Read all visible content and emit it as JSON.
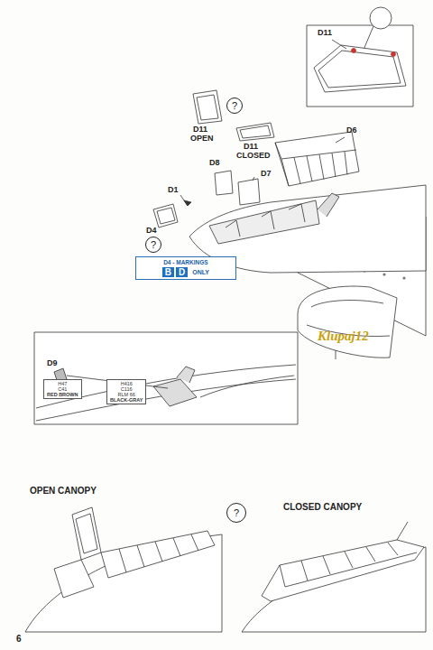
{
  "diagram": {
    "nodes": [
      {
        "text": [
          "?"
        ]
      },
      {
        "text": [
          "?"
        ]
      },
      {
        "text": [
          "D4 - MARKINGS",
          "ONLY"
        ]
      },
      {
        "text": [
          "B"
        ],
        "in": 2
      },
      {
        "text": [
          "D"
        ],
        "in": 2
      },
      {
        "text": [
          "H47",
          "C41",
          "RED BROWN"
        ]
      },
      {
        "text": [
          "H416",
          "C116",
          "RLM 66",
          "BLACK-GRAY"
        ]
      },
      {
        "text": [
          "?"
        ]
      }
    ],
    "labels": [
      "D11",
      "D11",
      "OPEN",
      "D11",
      "CLOSED",
      "D6",
      "D8",
      "D7",
      "D1",
      "D4",
      "D9",
      "OPEN CANOPY",
      "CLOSED CANOPY",
      "Klupaj12",
      "6"
    ]
  }
}
